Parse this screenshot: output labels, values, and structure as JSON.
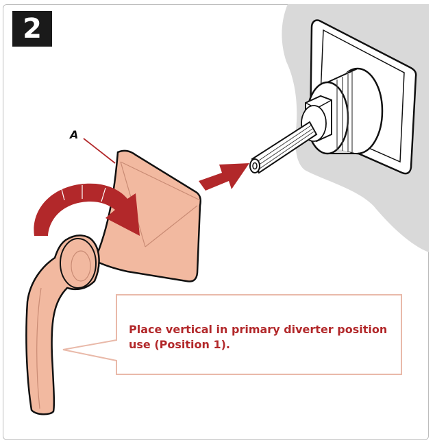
{
  "step": {
    "number": "2"
  },
  "part_label": "A",
  "instruction": {
    "line1": "Place vertical in primary diverter position",
    "line2": "use (Position 1)."
  },
  "colors": {
    "accent_red": "#b2282a",
    "handle_fill": "#f2b9a0",
    "wall_gray": "#d9d9d9",
    "callout_border": "#e9b9a9",
    "badge_bg": "#1a1a1a"
  },
  "icons": [
    "rotation-arrow-icon",
    "insert-arrow-icon"
  ]
}
